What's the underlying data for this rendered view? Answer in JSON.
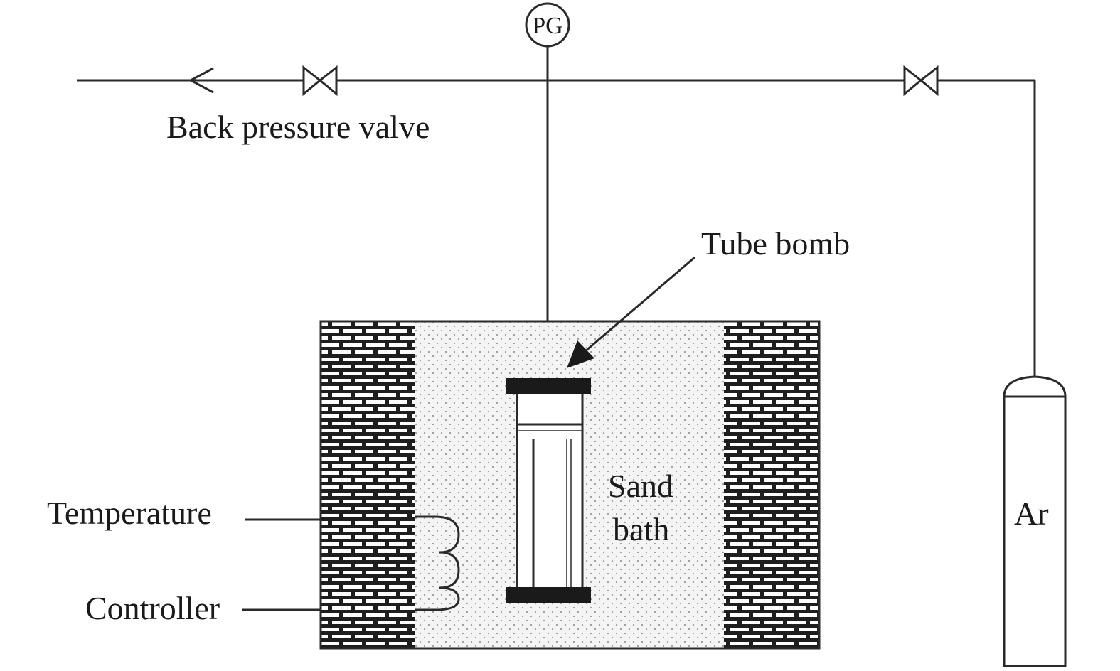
{
  "labels": {
    "pressure_gauge": "PG",
    "back_pressure_valve": "Back pressure valve",
    "tube_bomb": "Tube bomb",
    "sand_bath_line1": "Sand",
    "sand_bath_line2": "bath",
    "temperature": "Temperature",
    "controller": "Controller",
    "argon_cylinder": "Ar"
  },
  "colors": {
    "line": "#2a2a2a",
    "brick": "#1e1e1e",
    "sand_dot": "#9a9a9a",
    "tube_cap": "#1a1a1a",
    "background": "#ffffff"
  }
}
